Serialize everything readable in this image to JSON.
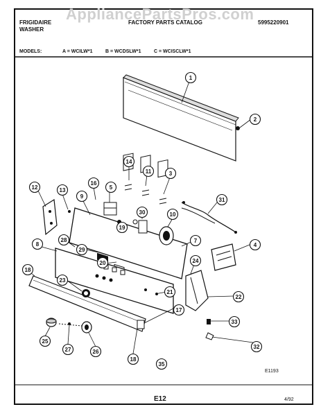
{
  "watermark": "AppliancePartsPros.com",
  "header": {
    "brand_line1": "FRIGIDAIRE",
    "brand_line2": "WASHER",
    "catalog": "FACTORY PARTS CATALOG",
    "part_number": "5995220901"
  },
  "models": {
    "label": "MODELS:",
    "a": "A = WCILW*1",
    "b": "B = WCDSLW*1",
    "c": "C = WCISCLW*1"
  },
  "footer": {
    "code": "E1193",
    "page": "E12",
    "date": "4/92"
  },
  "callouts": [
    {
      "id": "callout-1",
      "text": "1"
    },
    {
      "id": "callout-2",
      "text": "2"
    },
    {
      "id": "callout-14",
      "text": "14"
    },
    {
      "id": "callout-11",
      "text": "11"
    },
    {
      "id": "callout-3",
      "text": "3"
    },
    {
      "id": "callout-12",
      "text": "12"
    },
    {
      "id": "callout-13",
      "text": "13"
    },
    {
      "id": "callout-16",
      "text": "16"
    },
    {
      "id": "callout-5",
      "text": "5"
    },
    {
      "id": "callout-9",
      "text": "9"
    },
    {
      "id": "callout-30",
      "text": "30"
    },
    {
      "id": "callout-31",
      "text": "31"
    },
    {
      "id": "callout-10",
      "text": "10"
    },
    {
      "id": "callout-19",
      "text": "19"
    },
    {
      "id": "callout-8",
      "text": "8"
    },
    {
      "id": "callout-28",
      "text": "28"
    },
    {
      "id": "callout-29",
      "text": "29"
    },
    {
      "id": "callout-7",
      "text": "7"
    },
    {
      "id": "callout-4",
      "text": "4"
    },
    {
      "id": "callout-20",
      "text": "20"
    },
    {
      "id": "callout-24",
      "text": "24"
    },
    {
      "id": "callout-18a",
      "text": "18"
    },
    {
      "id": "callout-23",
      "text": "23"
    },
    {
      "id": "callout-21",
      "text": "21"
    },
    {
      "id": "callout-22",
      "text": "22"
    },
    {
      "id": "callout-17",
      "text": "17"
    },
    {
      "id": "callout-33",
      "text": "33"
    },
    {
      "id": "callout-25",
      "text": "25"
    },
    {
      "id": "callout-27",
      "text": "27"
    },
    {
      "id": "callout-26",
      "text": "26"
    },
    {
      "id": "callout-32",
      "text": "32"
    },
    {
      "id": "callout-18b",
      "text": "18"
    },
    {
      "id": "callout-35",
      "text": "35"
    }
  ]
}
